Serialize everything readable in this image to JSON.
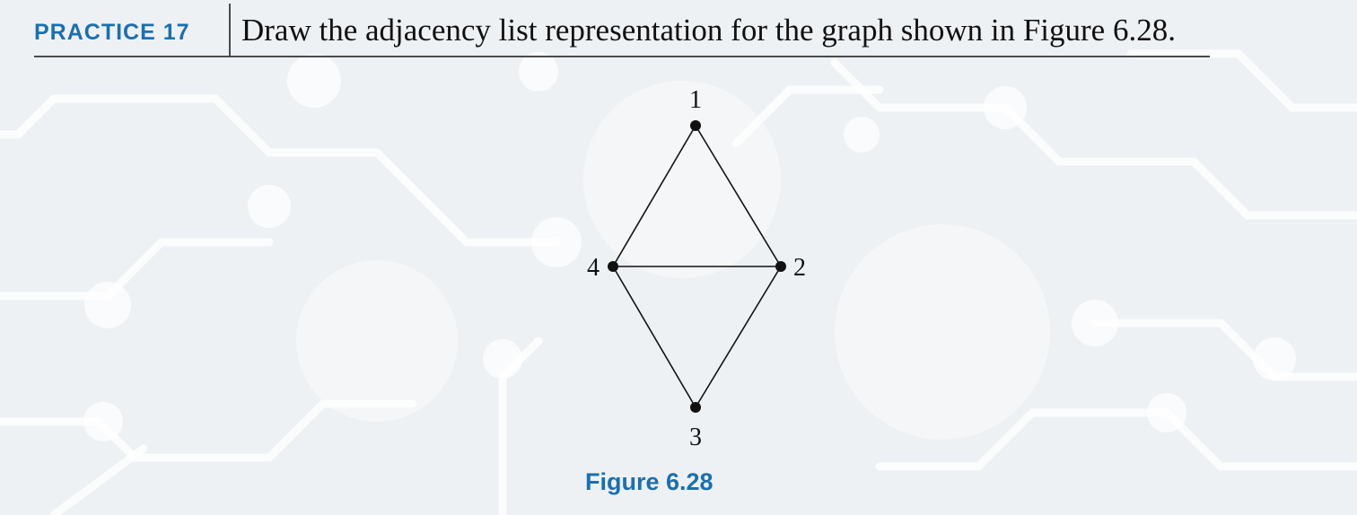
{
  "header": {
    "practice_label": "PRACTICE 17",
    "question": "Draw the adjacency list representation for the graph shown in Figure 6.28."
  },
  "figure": {
    "caption": "Figure 6.28",
    "vertices": [
      "1",
      "2",
      "3",
      "4"
    ],
    "edges": [
      [
        "1",
        "2"
      ],
      [
        "1",
        "4"
      ],
      [
        "4",
        "2"
      ],
      [
        "4",
        "3"
      ],
      [
        "2",
        "3"
      ]
    ]
  },
  "colors": {
    "accent": "#1b6fb0",
    "text": "#111111",
    "background": "#eef1f4"
  }
}
